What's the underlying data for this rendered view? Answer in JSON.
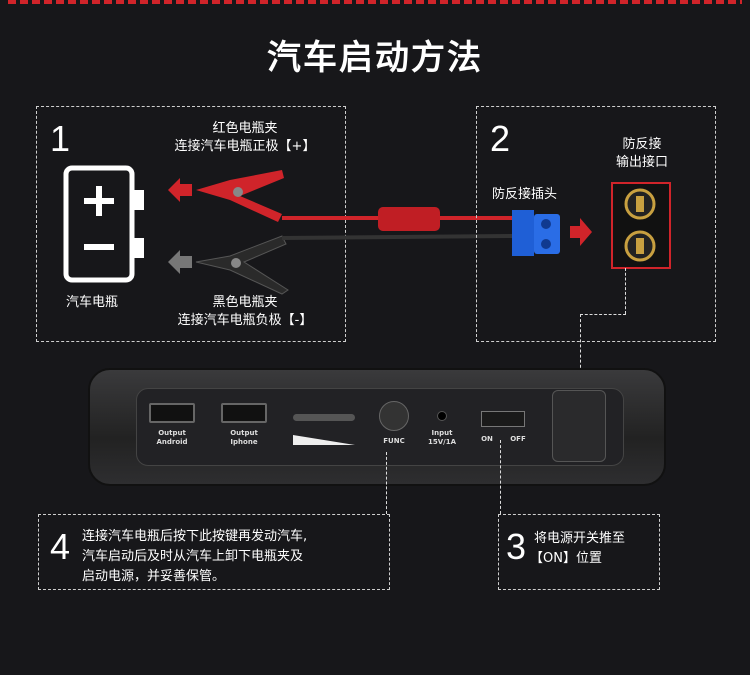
{
  "title": "汽车启动方法",
  "step1": {
    "num": "1",
    "red_clip": "红色电瓶夹",
    "red_clip_desc": "连接汽车电瓶正极【+】",
    "battery": "汽车电瓶",
    "black_clip": "黑色电瓶夹",
    "black_clip_desc": "连接汽车电瓶负极【-】"
  },
  "step2": {
    "num": "2",
    "plug": "防反接插头",
    "port_line1": "防反接",
    "port_line2": "输出接口"
  },
  "device": {
    "usb1_l1": "Output",
    "usb1_l2": "Android",
    "usb2_l1": "Output",
    "usb2_l2": "Iphone",
    "func": "FUNC",
    "input_l1": "Input",
    "input_l2": "15V/1A",
    "on": "ON",
    "off": "OFF"
  },
  "step3": {
    "num": "3",
    "line1": "将电源开关推至",
    "line2": "【ON】位置"
  },
  "step4": {
    "num": "4",
    "line1": "连接汽车电瓶后按下此按键再发动汽车,",
    "line2": "汽车启动后及时从汽车上卸下电瓶夹及",
    "line3": "启动电源，并妥善保管。"
  },
  "colors": {
    "accent": "#d0242a",
    "connector": "#1f5fd6",
    "bg": "#17171a"
  }
}
